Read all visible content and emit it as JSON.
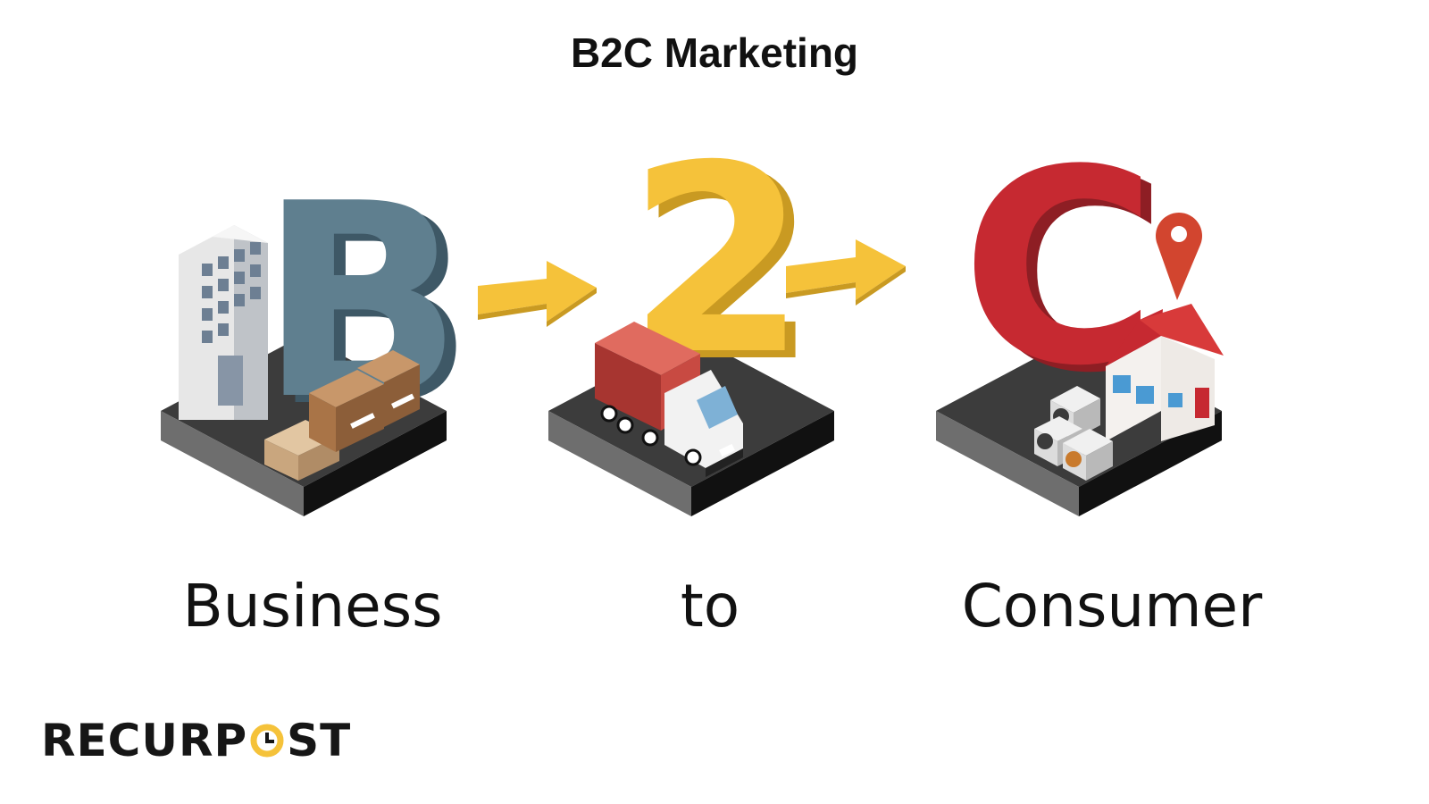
{
  "title": "B2C Marketing",
  "steps": [
    {
      "letter": "B",
      "caption": "Business"
    },
    {
      "letter": "2",
      "caption": "to"
    },
    {
      "letter": "C",
      "caption": "Consumer"
    }
  ],
  "logo": {
    "part1": "RECURP",
    "part2": "ST"
  },
  "colors": {
    "b_letter": "#5f7f8f",
    "two_letter": "#f5c23a",
    "c_letter": "#c62931",
    "arrow": "#f5c23a",
    "platform": "#3a3a3a",
    "logo_accent": "#f5c23a"
  }
}
